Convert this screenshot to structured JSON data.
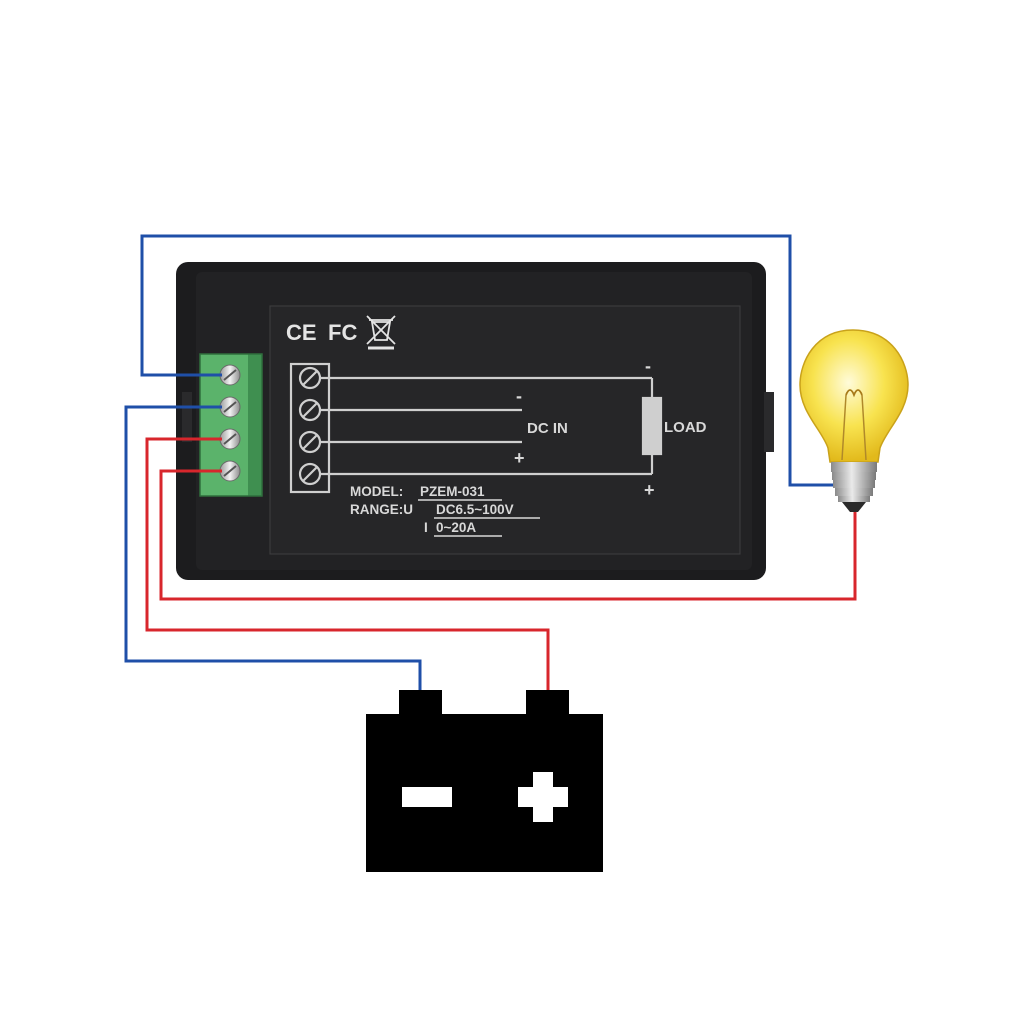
{
  "meter": {
    "certifications": [
      "CE",
      "FC"
    ],
    "model_label": "MODEL:",
    "model_value": "PZEM-031",
    "range_label": "RANGE:U",
    "voltage_range": "DC6.5~100V",
    "current_label": "I",
    "current_range": "0~20A",
    "dc_in_label": "DC IN",
    "load_label": "LOAD",
    "minus_sign": "-",
    "plus_sign": "+"
  },
  "battery": {
    "minus_symbol": "−",
    "plus_symbol": "+"
  },
  "colors": {
    "negative_wire": "#1f4fa8",
    "positive_wire": "#d8262c",
    "meter_body": "#1c1c1e",
    "terminal_block": "#5bb36b",
    "battery": "#000000",
    "bulb_glass": "#f7e04a"
  },
  "icons": [
    "ce-mark-icon",
    "fc-mark-icon",
    "weee-bin-icon",
    "light-bulb-icon",
    "battery-icon",
    "screw-terminal-icon"
  ]
}
